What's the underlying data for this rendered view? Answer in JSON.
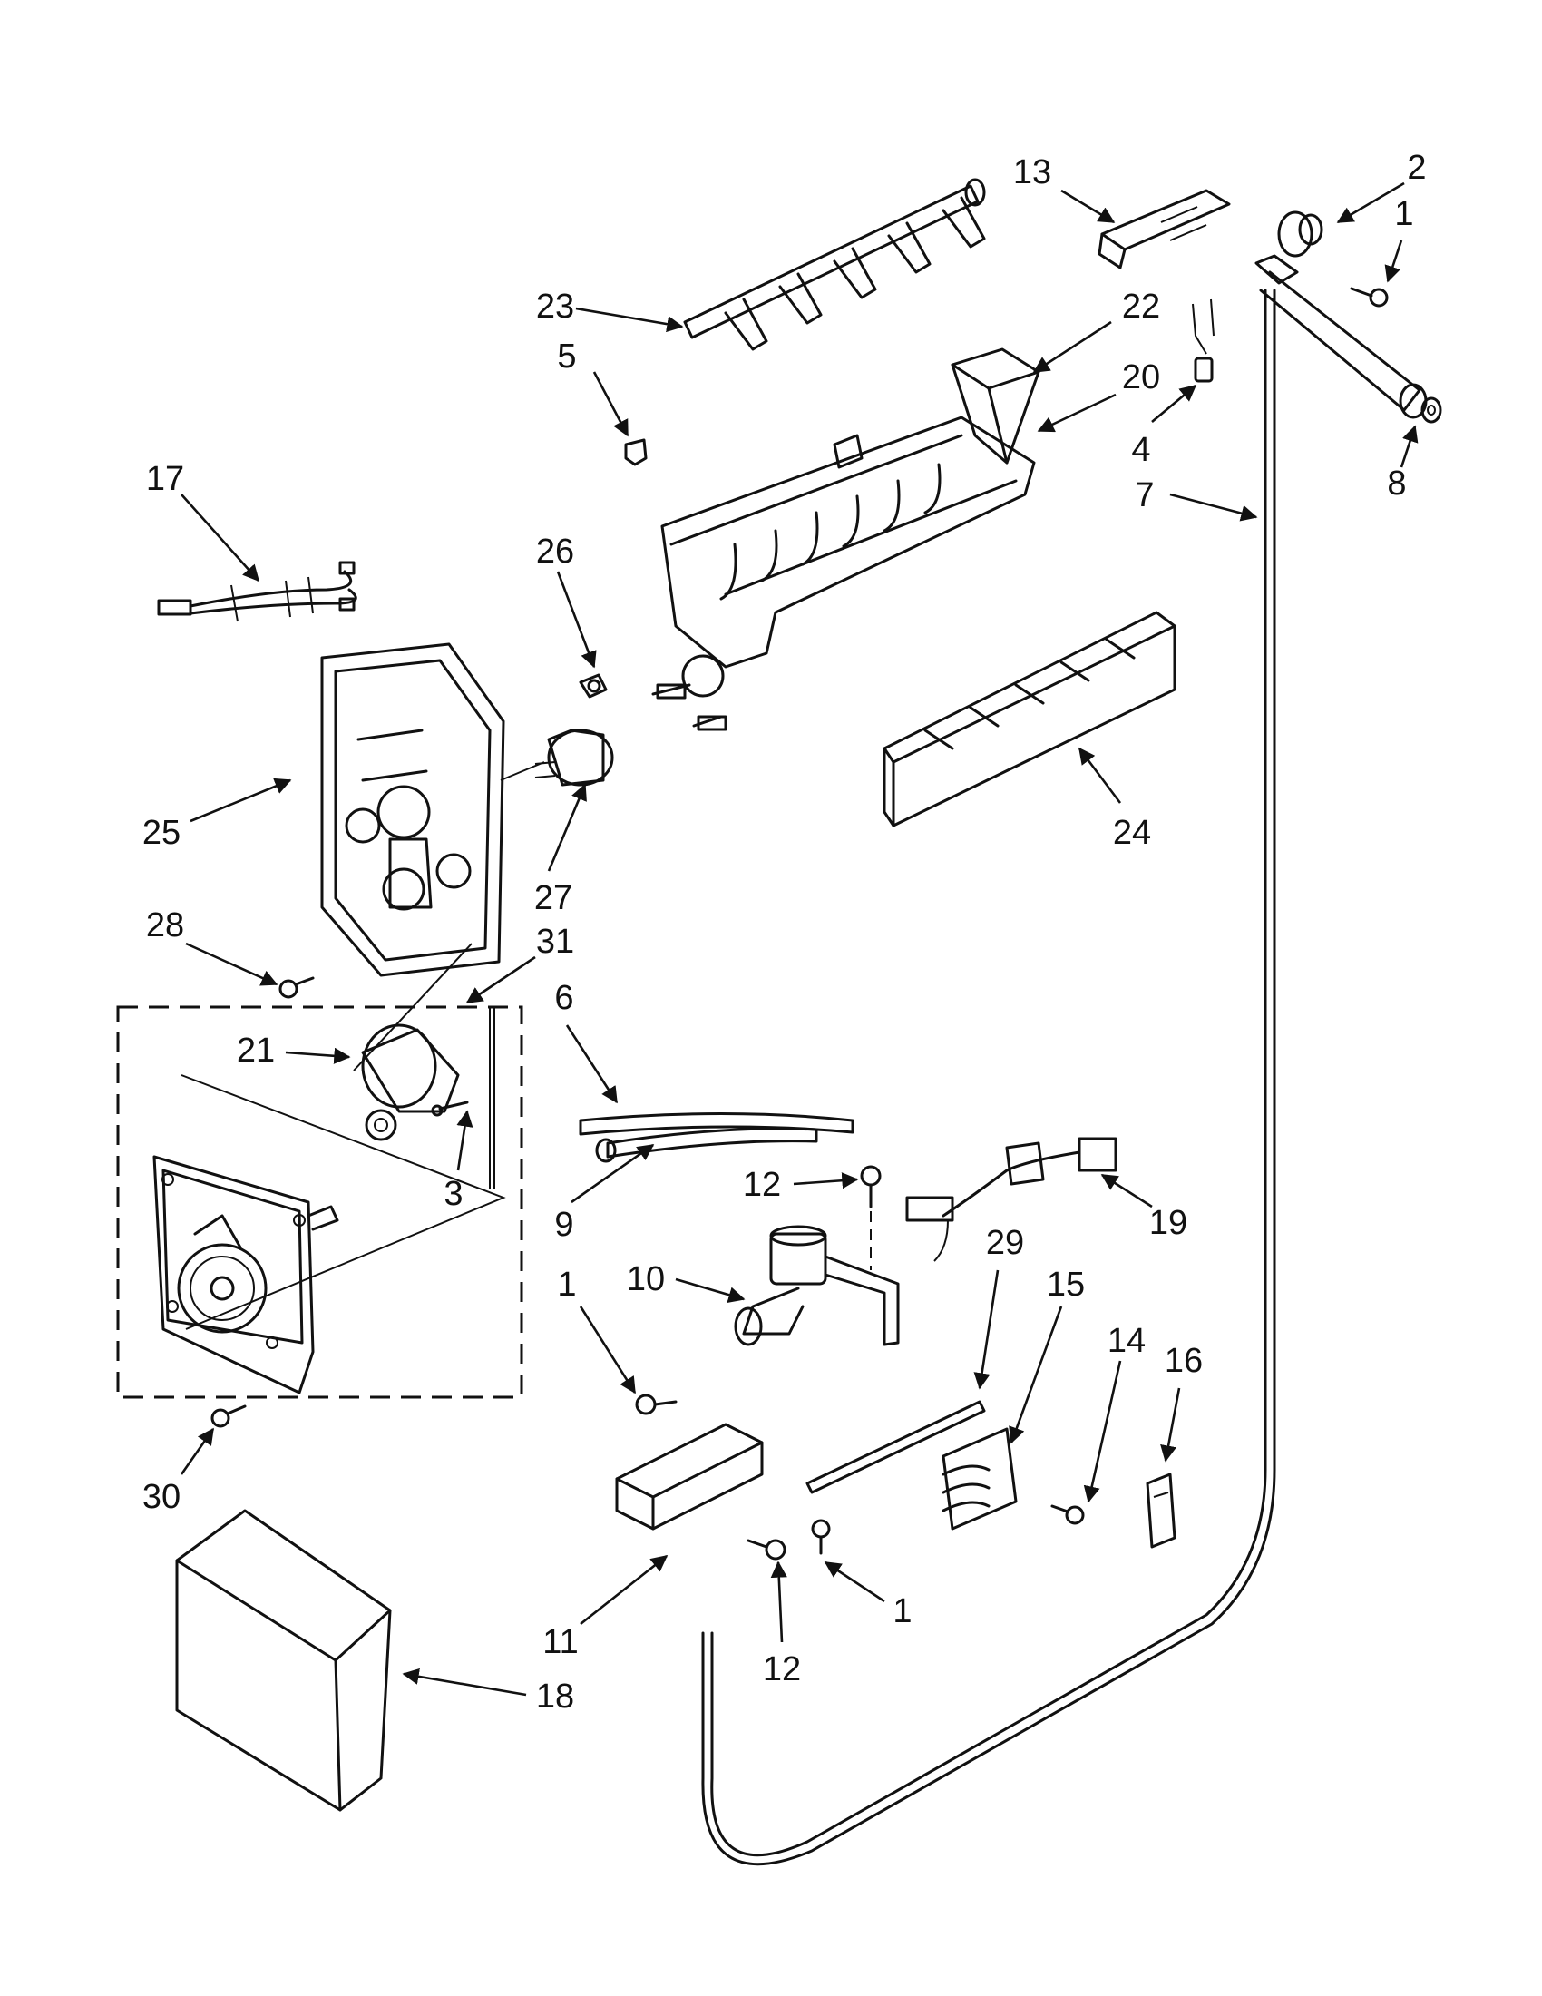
{
  "callouts": [
    {
      "id": "c13",
      "label": "13"
    },
    {
      "id": "c2",
      "label": "2"
    },
    {
      "id": "c1a",
      "label": "1"
    },
    {
      "id": "c23",
      "label": "23"
    },
    {
      "id": "c22",
      "label": "22"
    },
    {
      "id": "c5",
      "label": "5"
    },
    {
      "id": "c20",
      "label": "20"
    },
    {
      "id": "c4",
      "label": "4"
    },
    {
      "id": "c8",
      "label": "8"
    },
    {
      "id": "c7",
      "label": "7"
    },
    {
      "id": "c17",
      "label": "17"
    },
    {
      "id": "c26",
      "label": "26"
    },
    {
      "id": "c25",
      "label": "25"
    },
    {
      "id": "c24",
      "label": "24"
    },
    {
      "id": "c28",
      "label": "28"
    },
    {
      "id": "c27",
      "label": "27"
    },
    {
      "id": "c31",
      "label": "31"
    },
    {
      "id": "c6",
      "label": "6"
    },
    {
      "id": "c21",
      "label": "21"
    },
    {
      "id": "c12a",
      "label": "12"
    },
    {
      "id": "c3",
      "label": "3"
    },
    {
      "id": "c9",
      "label": "9"
    },
    {
      "id": "c19",
      "label": "19"
    },
    {
      "id": "c29",
      "label": "29"
    },
    {
      "id": "c10",
      "label": "10"
    },
    {
      "id": "c1b",
      "label": "1"
    },
    {
      "id": "c15",
      "label": "15"
    },
    {
      "id": "c14",
      "label": "14"
    },
    {
      "id": "c16",
      "label": "16"
    },
    {
      "id": "c30",
      "label": "30"
    },
    {
      "id": "c1c",
      "label": "1"
    },
    {
      "id": "c11",
      "label": "11"
    },
    {
      "id": "c12b",
      "label": "12"
    },
    {
      "id": "c18",
      "label": "18"
    }
  ]
}
